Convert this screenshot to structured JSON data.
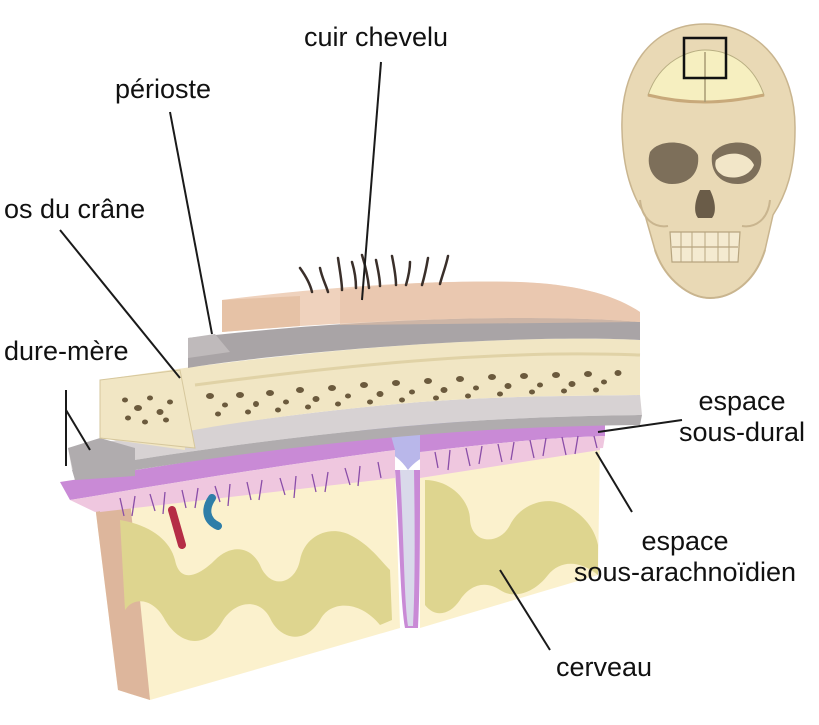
{
  "labels": {
    "scalp": "cuir chevelu",
    "periosteum": "périoste",
    "skull_bone": "os du crâne",
    "dura_mater": "dure-mère",
    "subdural_space_line1": "espace",
    "subdural_space_line2": "sous-dural",
    "subarachnoid_space_line1": "espace",
    "subarachnoid_space_line2": "sous-arachnoïdien",
    "brain": "cerveau"
  },
  "colors": {
    "scalp": "#e6c2a6",
    "scalp_top": "#efd2bd",
    "periosteum": "#a9a4a6",
    "bone": "#f1e6c4",
    "bone_pores": "#6b5a3d",
    "dura": "#b0acae",
    "arachnoid": "#c98ad6",
    "pia": "#efc7df",
    "gray_matter": "#ded58f",
    "white_matter": "#fbf1cd",
    "subdural_fluid": "#b9b7ea",
    "artery": "#b52d46",
    "vein": "#2f7ea8",
    "skull_icon": "#e9d9b5",
    "hair": "#3a2f2a"
  }
}
